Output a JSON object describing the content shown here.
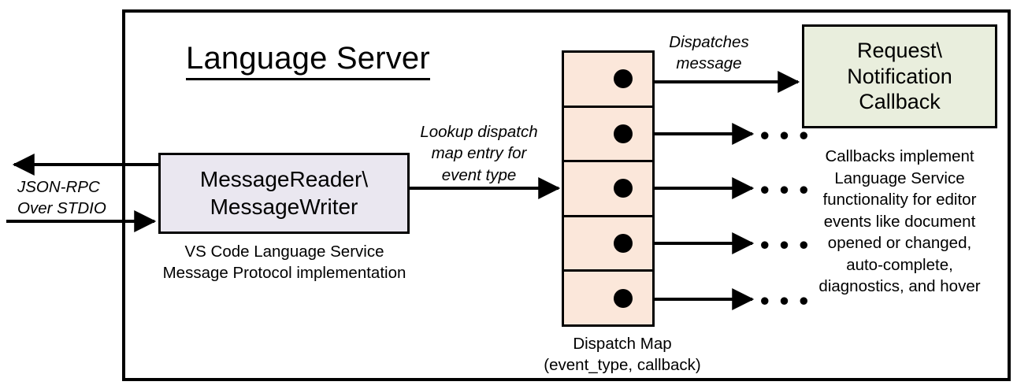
{
  "diagram": {
    "title": "Language Server",
    "frame_color": "#000000",
    "background": "#ffffff"
  },
  "reader": {
    "label": "MessageReader\\\nMessageWriter",
    "line1": "MessageReader\\",
    "line2": "MessageWriter",
    "fill": "#eae7f0",
    "caption": "VS Code Language Service\nMessage Protocol implementation",
    "caption_line1": "VS Code Language Service",
    "caption_line2": "Message Protocol implementation"
  },
  "transport": {
    "label": "JSON-RPC\nOver STDIO",
    "line1": "JSON-RPC",
    "line2": "Over STDIO",
    "inbound_arrow": "arrow-right",
    "outbound_arrow": "arrow-left"
  },
  "lookup": {
    "label": "Lookup dispatch\nmap entry for\nevent type",
    "line1": "Lookup dispatch",
    "line2": "map entry for",
    "line3": "event type"
  },
  "dispatch_map": {
    "fill": "#fbe7da",
    "cell_count": 5,
    "cells": [
      {
        "dot": "entry-dot",
        "target": "Request\\Notification Callback"
      },
      {
        "dot": "entry-dot",
        "target": "..."
      },
      {
        "dot": "entry-dot",
        "target": "..."
      },
      {
        "dot": "entry-dot",
        "target": "..."
      },
      {
        "dot": "entry-dot",
        "target": "..."
      }
    ],
    "ellipsis": "• • •",
    "caption_line1": "Dispatch Map",
    "caption_line2": "(event_type, callback)"
  },
  "dispatches": {
    "label": "Dispatches\nmessage",
    "line1": "Dispatches",
    "line2": "message"
  },
  "callback": {
    "fill": "#e9eedd",
    "line1": "Request\\",
    "line2": "Notification",
    "line3": "Callback",
    "caption_line1": "Callbacks implement",
    "caption_line2": "Language Service",
    "caption_line3": "functionality for editor",
    "caption_line4": "events like document",
    "caption_line5": "opened or changed,",
    "caption_line6": "auto-complete,",
    "caption_line7": "diagnostics, and hover"
  }
}
